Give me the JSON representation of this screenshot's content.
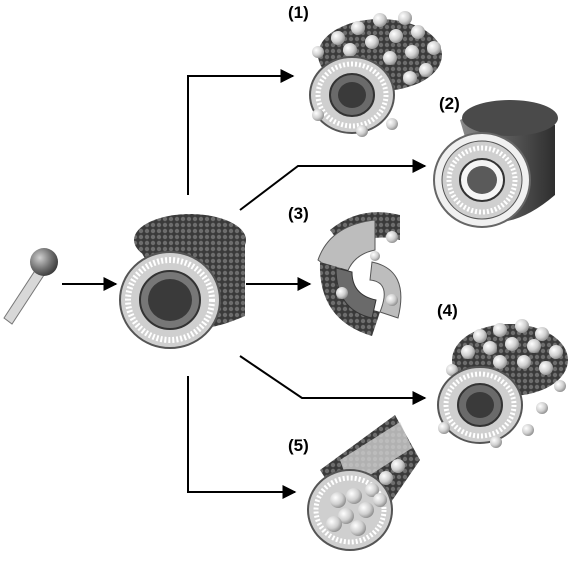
{
  "labels": [
    "(1)",
    "(2)",
    "(3)",
    "(4)",
    "(5)"
  ],
  "colors": {
    "arrow": "#000000",
    "shell_dark": "#3a3a3a",
    "shell_mid": "#6a6a6a",
    "lipid_tail": "#bdbdbd",
    "bead_light": "#e6e6e6",
    "solid_cylinder": "#555555"
  },
  "icons": [
    "lipid-molecule-icon",
    "lipid-cylinder-icon",
    "solid-shell-cylinder-icon"
  ]
}
